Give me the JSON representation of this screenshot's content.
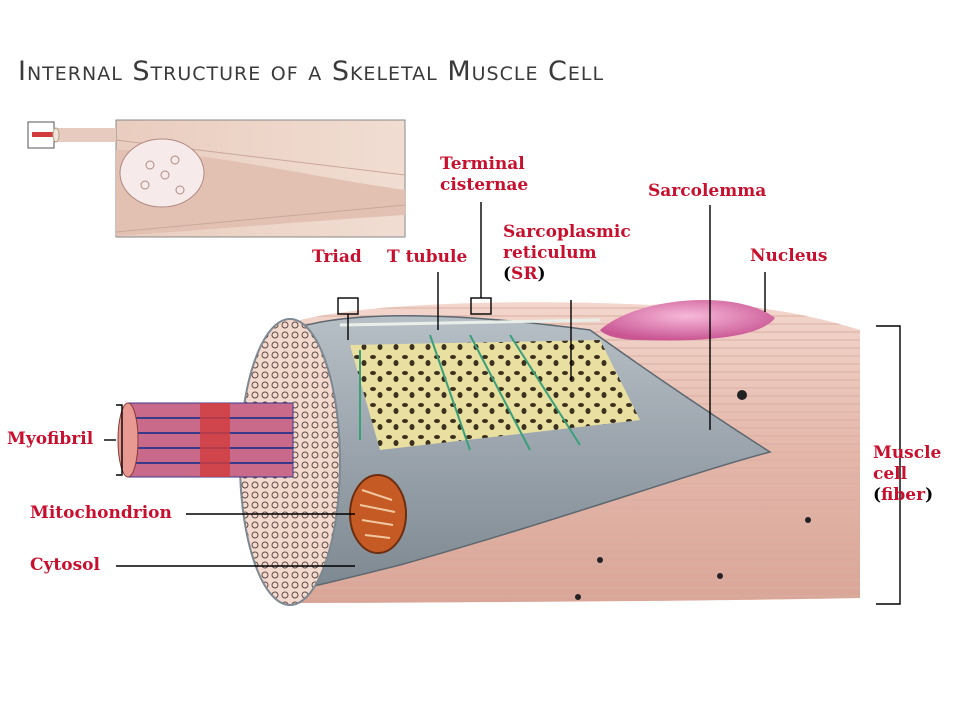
{
  "title": "Internal Structure of a Skeletal Muscle Cell",
  "colors": {
    "label": "#c8102e",
    "leader": "#000000",
    "fiber": "#e8c3b8",
    "nucleus": "#e07ab0",
    "mitochondrion": "#c65a24",
    "sr": "#e8dfa0",
    "myofibril_band_red": "#d23c3c",
    "myofibril_band_blue": "#3a3a8c",
    "sarcolemma_gray": "#8c96a0",
    "ttubule": "#3aa07a"
  },
  "labels": {
    "terminal_cisternae": [
      "Terminal",
      "cisternae"
    ],
    "sarcolemma": "Sarcolemma",
    "triad": "Triad",
    "t_tubule": "T tubule",
    "sarcoplasmic_reticulum": [
      "Sarcoplasmic",
      "reticulum"
    ],
    "sr_abbrev_open": "(",
    "sr_abbrev": "SR",
    "sr_abbrev_close": ")",
    "nucleus": "Nucleus",
    "myofibril": "Myofibril",
    "mitochondrion": "Mitochondrion",
    "cytosol": "Cytosol",
    "muscle_cell": [
      "Muscle",
      "cell"
    ],
    "fiber_open": "(",
    "fiber": "fiber",
    "fiber_close": ")"
  }
}
